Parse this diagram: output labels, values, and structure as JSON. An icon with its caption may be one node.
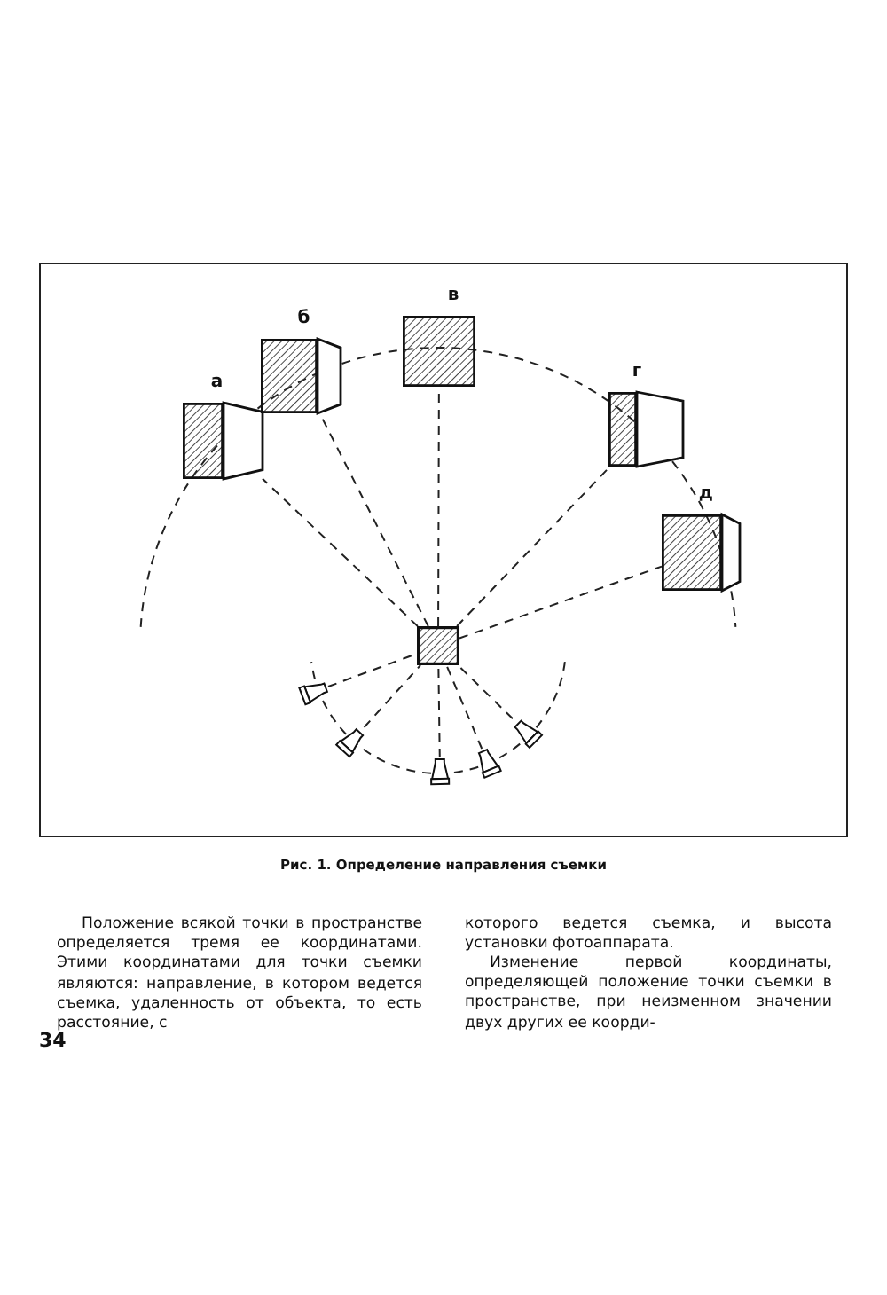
{
  "diagram": {
    "caption": "Рис. 1. Определение направления съемки",
    "nodes": [
      {
        "text": [],
        "shape": "box"
      },
      {
        "text": [
          "а"
        ]
      },
      {
        "text": [
          "б"
        ]
      },
      {
        "text": [
          "в"
        ]
      },
      {
        "text": [
          "г"
        ]
      },
      {
        "text": [
          "д"
        ]
      },
      {
        "text": [],
        "shape": "camera"
      },
      {
        "text": [],
        "shape": "camera"
      },
      {
        "text": [],
        "shape": "camera"
      },
      {
        "text": [],
        "shape": "camera"
      },
      {
        "text": [],
        "shape": "camera"
      }
    ],
    "edges": [
      {
        "from": 0,
        "to": 1,
        "arrow": "none",
        "style": "dashed"
      },
      {
        "from": 0,
        "to": 2,
        "arrow": "none",
        "style": "dashed"
      },
      {
        "from": 0,
        "to": 3,
        "arrow": "none",
        "style": "dashed"
      },
      {
        "from": 0,
        "to": 4,
        "arrow": "none",
        "style": "dashed"
      },
      {
        "from": 0,
        "to": 5,
        "arrow": "none",
        "style": "dashed"
      },
      {
        "from": 6,
        "to": 0,
        "arrow": "none",
        "style": "dashed"
      },
      {
        "from": 7,
        "to": 0,
        "arrow": "none",
        "style": "dashed"
      },
      {
        "from": 8,
        "to": 0,
        "arrow": "none",
        "style": "dashed"
      },
      {
        "from": 9,
        "to": 0,
        "arrow": "none",
        "style": "dashed"
      },
      {
        "from": 10,
        "to": 0,
        "arrow": "none",
        "style": "dashed"
      }
    ],
    "labels": [
      "Положение всякой точки в пространстве определяется тремя ее координатами. Этими координатами для точки съемки являются: направление, в котором ведется съемка, удаленность от объекта, то есть расстояние, с",
      "которого ведется съемка, и высота установки фотоаппарата.",
      "Изменение первой координаты, определяющей положение точки съемки в пространстве, при неизменном значении двух других ее коорди-",
      "34"
    ]
  }
}
